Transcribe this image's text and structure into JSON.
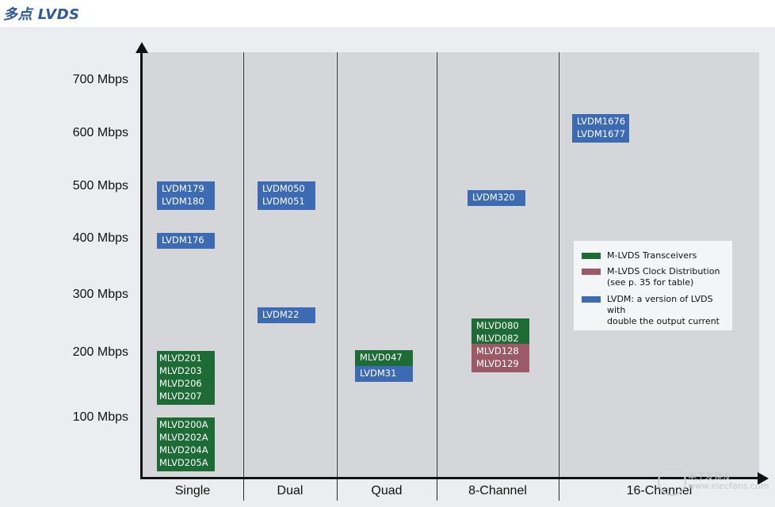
{
  "header": {
    "title": "多点 LVDS"
  },
  "chart_data": {
    "type": "table",
    "ylabel_ticks": [
      "700 Mbps",
      "600 Mbps",
      "500 Mbps",
      "400 Mbps",
      "300 Mbps",
      "200 Mbps",
      "100 Mbps"
    ],
    "categories": [
      "Single",
      "Dual",
      "Quad",
      "8-Channel",
      "16-Channel"
    ],
    "parts": [
      {
        "column": "Single",
        "data_rate_mbps": 500,
        "family": "LVDM",
        "names": [
          "LVDM179",
          "LVDM180"
        ]
      },
      {
        "column": "Single",
        "data_rate_mbps": 400,
        "family": "LVDM",
        "names": [
          "LVDM176"
        ]
      },
      {
        "column": "Single",
        "data_rate_mbps": 200,
        "family": "M-LVDS Transceivers",
        "names": [
          "MLVD201",
          "MLVD203",
          "MLVD206",
          "MLVD207"
        ]
      },
      {
        "column": "Single",
        "data_rate_mbps": 100,
        "family": "M-LVDS Transceivers",
        "names": [
          "MLVD200A",
          "MLVD202A",
          "MLVD204A",
          "MLVD205A"
        ]
      },
      {
        "column": "Dual",
        "data_rate_mbps": 500,
        "family": "LVDM",
        "names": [
          "LVDM050",
          "LVDM051"
        ]
      },
      {
        "column": "Dual",
        "data_rate_mbps": 250,
        "family": "LVDM",
        "names": [
          "LVDM22"
        ]
      },
      {
        "column": "Quad",
        "data_rate_mbps": 200,
        "family": "M-LVDS Transceivers",
        "names": [
          "MLVD047"
        ]
      },
      {
        "column": "Quad",
        "data_rate_mbps": 200,
        "family": "LVDM",
        "names": [
          "LVDM31"
        ]
      },
      {
        "column": "8-Channel",
        "data_rate_mbps": 500,
        "family": "LVDM",
        "names": [
          "LVDM320"
        ]
      },
      {
        "column": "8-Channel",
        "data_rate_mbps": 250,
        "family": "M-LVDS Transceivers",
        "names": [
          "MLVD080",
          "MLVD082"
        ]
      },
      {
        "column": "8-Channel",
        "data_rate_mbps": 200,
        "family": "M-LVDS Clock Distribution",
        "names": [
          "MLVD128",
          "MLVD129"
        ]
      },
      {
        "column": "16-Channel",
        "data_rate_mbps": 650,
        "family": "LVDM",
        "names": [
          "LVDM1676",
          "LVDM1677"
        ]
      }
    ],
    "legend": [
      {
        "label": "M-LVDS Transceivers",
        "color": "#1d6b35"
      },
      {
        "label": "M-LVDS Clock Distribution\n(see p. 35 for table)",
        "color": "#9b5a66"
      },
      {
        "label": "LVDM: a version of LVDS with\ndouble the output current",
        "color": "#3c6ab3"
      }
    ],
    "legend_position": "right"
  },
  "watermark": {
    "text": "电子发烧友 www.elecfans.com"
  }
}
